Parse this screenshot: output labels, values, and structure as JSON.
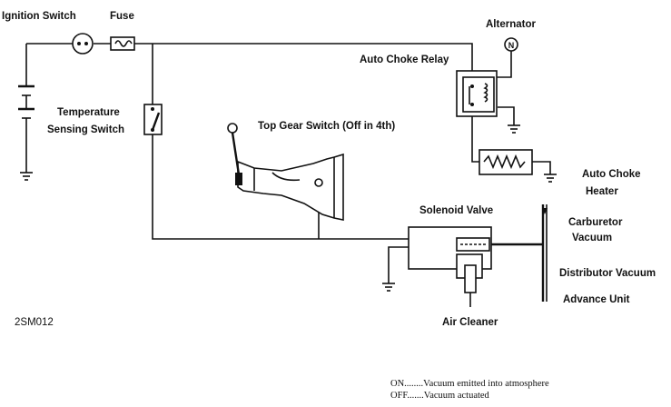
{
  "labels": {
    "ignition_switch": "Ignition Switch",
    "fuse": "Fuse",
    "alternator": "Alternator",
    "alternator_symbol": "N",
    "auto_choke_relay": "Auto Choke Relay",
    "temperature_line1": "Temperature",
    "temperature_line2": "Sensing Switch",
    "top_gear_switch": "Top Gear Switch (Off in 4th)",
    "auto_choke_heater_line1": "Auto Choke",
    "auto_choke_heater_line2": "Heater",
    "solenoid_valve": "Solenoid Valve",
    "carburetor_line1": "Carburetor",
    "carburetor_line2": "Vacuum",
    "distributor_vacuum": "Distributor Vacuum",
    "advance_unit": "Advance Unit",
    "air_cleaner": "Air Cleaner",
    "figure_code": "2SM012"
  },
  "notes": {
    "on": "ON........Vacuum emitted into atmosphere",
    "off": "OFF.......Vacuum actuated"
  }
}
